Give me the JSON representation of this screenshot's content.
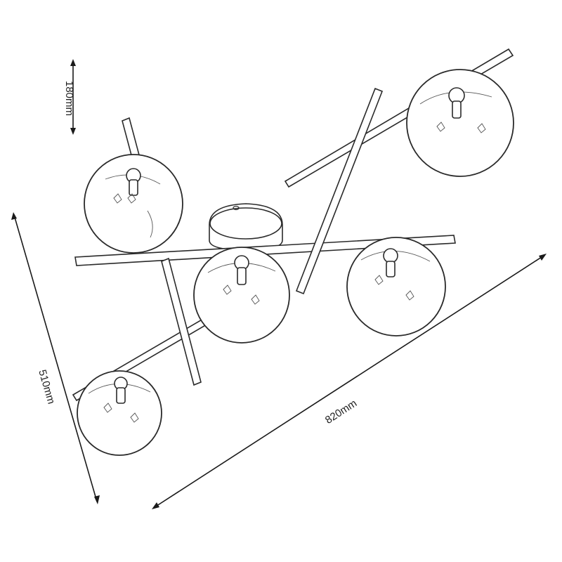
{
  "dimensions": {
    "height": "180mm",
    "depth": "510mm",
    "length": "820mm"
  },
  "product": {
    "globe_count": 5
  }
}
